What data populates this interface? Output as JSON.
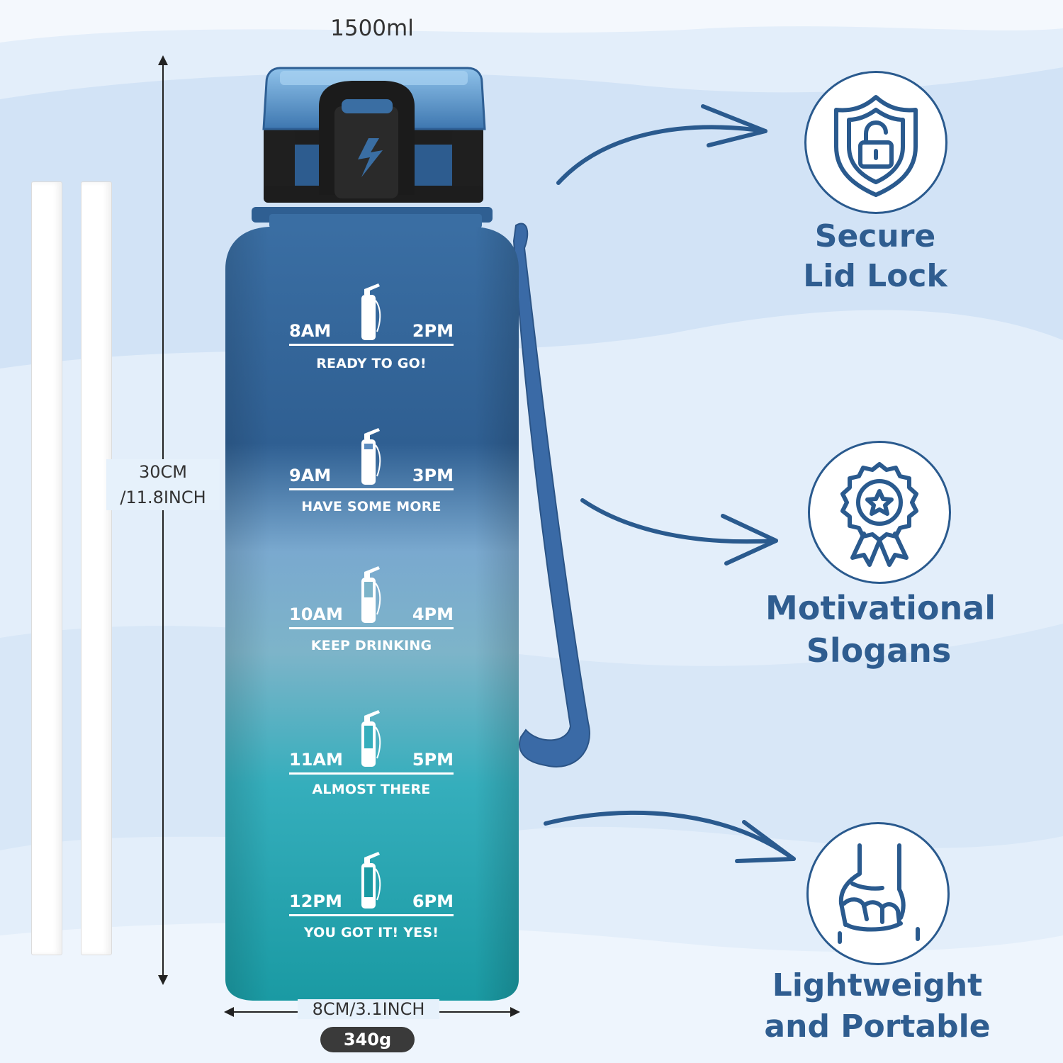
{
  "product": {
    "capacity": "1500ml",
    "height": [
      "30CM",
      "/11.8INCH"
    ],
    "width": "8CM/3.1INCH",
    "weight": "340g"
  },
  "time_markers": [
    {
      "left": "8AM",
      "right": "2PM",
      "slogan": "READY TO GO!"
    },
    {
      "left": "9AM",
      "right": "3PM",
      "slogan": "HAVE SOME MORE"
    },
    {
      "left": "10AM",
      "right": "4PM",
      "slogan": "KEEP DRINKING"
    },
    {
      "left": "11AM",
      "right": "5PM",
      "slogan": "ALMOST THERE"
    },
    {
      "left": "12PM",
      "right": "6PM",
      "slogan": "YOU GOT IT! YES!"
    }
  ],
  "features": [
    {
      "icon": "shield-lock-icon",
      "lines": [
        "Secure",
        "Lid Lock"
      ]
    },
    {
      "icon": "award-badge-icon",
      "lines": [
        "Motivational",
        "Slogans"
      ]
    },
    {
      "icon": "hand-grip-icon",
      "lines": [
        "Lightweight",
        "and Portable"
      ]
    }
  ],
  "colors": {
    "background": "#eaf3fc",
    "accent": "#2a5a8e",
    "bottle_top": "#2f5f92",
    "bottle_mid": "#7db4c9",
    "bottle_bottom": "#1a9aa3"
  }
}
